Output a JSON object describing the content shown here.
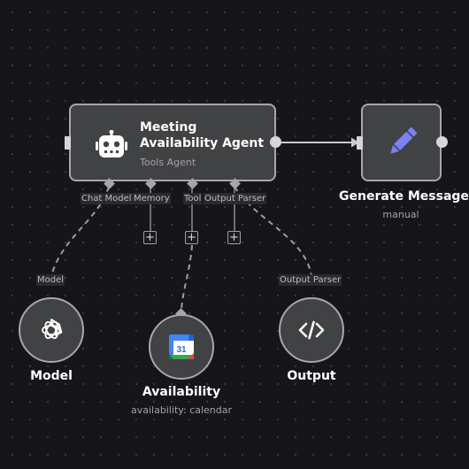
{
  "agent_node": {
    "title": "Meeting Availability Agent",
    "subtitle": "Tools Agent",
    "icon": "robot-icon"
  },
  "generate_node": {
    "title": "Generate Message",
    "subtitle": "manual",
    "icon": "pencil-icon",
    "icon_color": "#7b80f2"
  },
  "agent_ports": [
    {
      "label": "Chat Model"
    },
    {
      "label": "Memory"
    },
    {
      "label": "Tool"
    },
    {
      "label": "Output Parser"
    }
  ],
  "model_node": {
    "title": "Model",
    "edge_label": "Model",
    "icon": "openai-icon"
  },
  "availability_node": {
    "title": "Availability",
    "subtitle": "availability: calendar",
    "icon": "google-calendar-icon",
    "calendar_day": "31"
  },
  "output_node": {
    "title": "Output",
    "edge_label": "Output Parser",
    "icon": "code-icon"
  },
  "colors": {
    "background": "#16151a",
    "node_fill": "#414244",
    "node_border": "#a7a7ad",
    "connector": "#a5a5ab"
  }
}
